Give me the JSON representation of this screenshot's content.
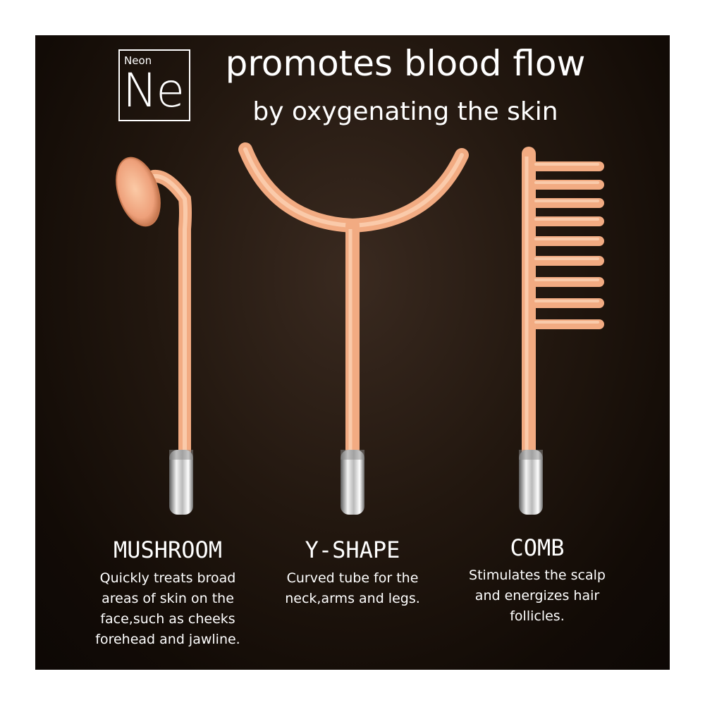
{
  "element": {
    "name": "Neon",
    "symbol": "Ne"
  },
  "headline": "promotes blood flow",
  "subline": "by oxygenating the skin",
  "products": [
    {
      "title": "MUSHROOM",
      "lines": [
        "Quickly treats broad",
        "areas of skin on the",
        "face,such as cheeks",
        "forehead and jawline."
      ]
    },
    {
      "title": "Y-SHAPE",
      "lines": [
        "Curved tube for the",
        "neck,arms and legs."
      ]
    },
    {
      "title": "COMB",
      "lines": [
        "Stimulates the scalp",
        "and energizes hair",
        "follicles."
      ]
    }
  ],
  "colors": {
    "background": "#1a120b",
    "glass": "#f0a57a",
    "text": "#ffffff"
  }
}
